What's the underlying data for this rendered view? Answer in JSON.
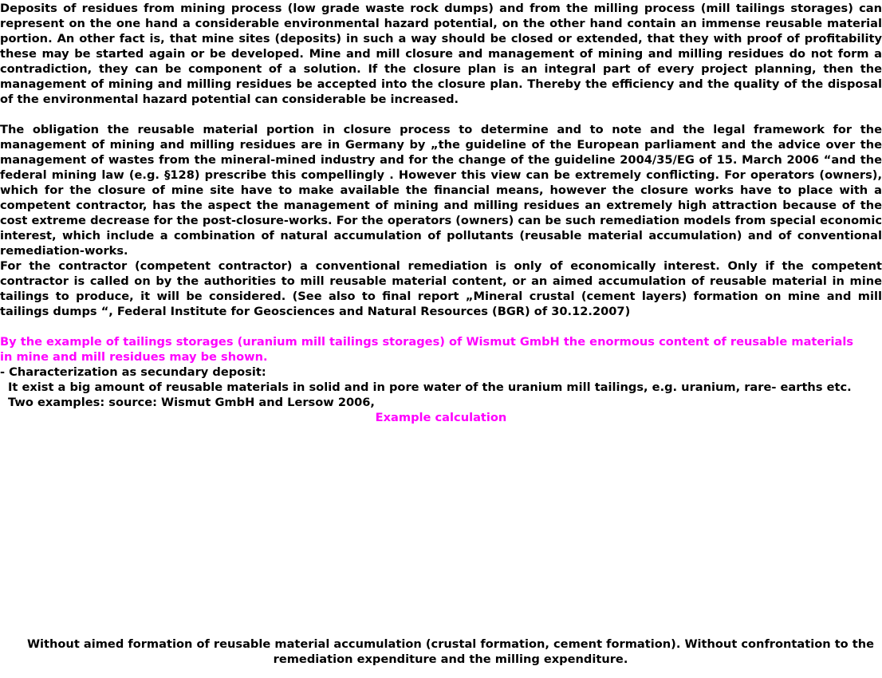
{
  "document": {
    "paragraphs": [
      "Deposits of residues from mining process (low grade waste rock dumps) and from the milling process (mill tailings storages) can represent on the one hand a considerable environmental hazard potential, on the other hand contain an immense reusable material portion. An other fact is, that mine sites (deposits) in such a way should be closed or extended, that they with proof of profitability these may be started again or be developed. Mine and mill closure and management of mining and milling residues do not form a contradiction, they can be component of a solution. If the closure plan is an integral part of every project planning, then the management of mining and milling residues be accepted into the closure plan. Thereby the efficiency and the quality of the disposal of the environmental hazard potential can considerable be increased.",
      "The obligation the reusable material portion in closure process to determine and to note and the legal framework for the management of mining and milling residues are in Germany by „the guideline of the European parliament and the advice over the management of wastes from the mineral-mined industry and for the change of the guideline 2004/35/EG of 15. March 2006 “and the federal mining law (e.g. §128) prescribe this compellingly . However this view can be extremely conflicting. For operators (owners), which for the closure of mine site have to make available the financial means, however the closure works have to place with a competent contractor, has the aspect the management of mining and milling residues an extremely high attraction because of the cost extreme decrease for the post-closure-works. For the operators (owners) can be such remediation models from special economic interest, which include a combination of natural accumulation of pollutants (reusable material accumulation) and of conventional remediation-works.",
      "For the contractor (competent contractor) a conventional remediation is only of economically interest. Only if the competent contractor is called on by the authorities to mill reusable material content, or  an aimed accumulation of reusable material in mine tailings to produce, it will be considered. (See also to final report „Mineral crustal (cement layers)  formation on mine and mill tailings dumps “, Federal Institute for Geosciences and Natural Resources (BGR)  of 30.12.2007)"
    ],
    "highlight": "By the example of tailings storages (uranium mill tailings storages) of Wismut GmbH the enormous content of reusable materials in mine and mill residues may be shown.",
    "lines": [
      "- Characterization as secundary deposit:",
      "It exist a big amount of reusable materials in solid and in pore water of the uranium mill tailings, e.g. uranium, rare- earths etc.",
      "Two examples: source: Wismut GmbH and Lersow 2006,"
    ],
    "example_heading": "Example calculation",
    "footer_note": "Without aimed formation of reusable material accumulation (crustal formation, cement formation). Without confrontation to the remediation expenditure and the milling expenditure."
  },
  "colors": {
    "text": "#000000",
    "highlight": "#ff00ff",
    "background": "#ffffff"
  }
}
